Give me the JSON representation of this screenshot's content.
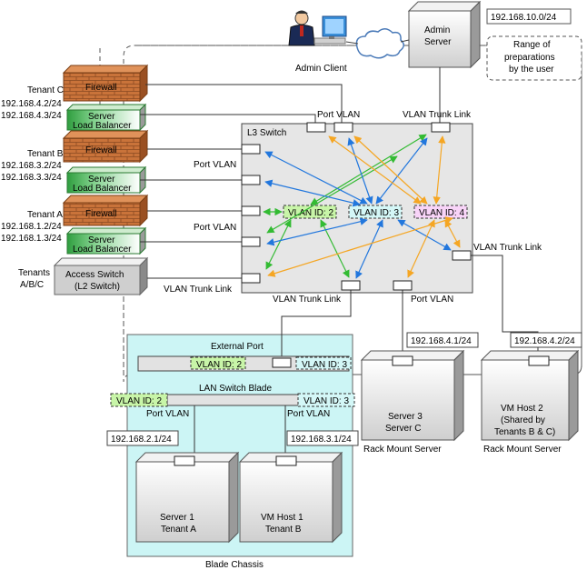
{
  "admin": {
    "client_label": "Admin Client",
    "server_label_1": "Admin",
    "server_label_2": "Server",
    "server_ip": "192.168.10.0/24",
    "range_1": "Range of",
    "range_2": "preparations",
    "range_3": "by the user"
  },
  "tenants": {
    "c_label": "Tenant C",
    "c_ip1": "192.168.4.2/24",
    "c_ip2": "192.168.4.3/24",
    "b_label": "Tenant B",
    "b_ip1": "192.168.3.2/24",
    "b_ip2": "192.168.3.3/24",
    "a_label": "Tenant A",
    "a_ip1": "192.168.1.2/24",
    "a_ip2": "192.168.1.3/24",
    "abc_1": "Tenants",
    "abc_2": "A/B/C"
  },
  "devices": {
    "firewall": "Firewall",
    "slb_1": "Server",
    "slb_2": "Load Balancer",
    "access_1": "Access Switch",
    "access_2": "(L2 Switch)"
  },
  "l3": {
    "title": "L3 Switch",
    "vlan2": "VLAN ID: 2",
    "vlan3": "VLAN ID: 3",
    "vlan4": "VLAN ID: 4"
  },
  "links": {
    "port_vlan": "Port VLAN",
    "vlan_trunk": "VLAN Trunk Link"
  },
  "rack": {
    "s3_ip": "192.168.4.1/24",
    "s3_1": "Server 3",
    "s3_2": "Server C",
    "vm2_ip": "192.168.4.2/24",
    "vm2_1": "VM Host 2",
    "vm2_2": "(Shared by",
    "vm2_3": "Tenants B & C)",
    "rack_label": "Rack Mount Server"
  },
  "blade": {
    "external_port": "External Port",
    "lan_switch": "LAN Switch Blade",
    "vlan2": "VLAN ID: 2",
    "vlan3": "VLAN ID: 3",
    "s1_ip": "192.168.2.1/24",
    "s1_1": "Server 1",
    "s1_2": "Tenant A",
    "vm1_ip": "192.168.3.1/24",
    "vm1_1": "VM Host 1",
    "vm1_2": "Tenant B",
    "chassis": "Blade Chassis"
  },
  "colors": {
    "green_arrow": "#33bb33",
    "blue_arrow": "#2277dd",
    "orange_arrow": "#f5a623",
    "brick": "#c9733a",
    "slb_green": "#33aa44",
    "blade_bg": "#ccf5f5",
    "l3_bg": "#e6e6e6"
  }
}
